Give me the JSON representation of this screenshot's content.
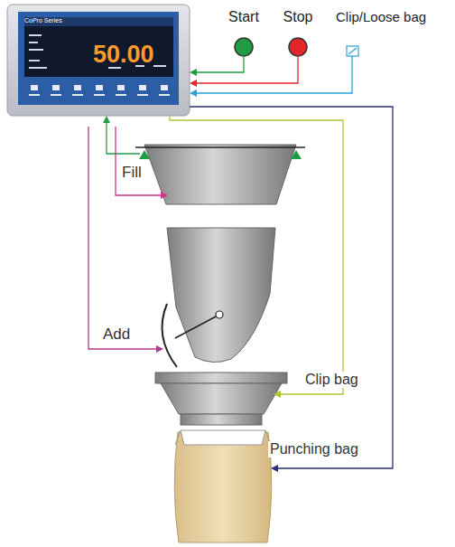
{
  "diagram": {
    "nodes": [
      {
        "text": [
          "CoPro Series",
          "50.00"
        ]
      },
      {
        "text": [
          "Start"
        ]
      },
      {
        "text": [
          "Stop"
        ]
      },
      {
        "text": [
          "Clip/Loose bag"
        ]
      }
    ],
    "edges": [
      {
        "from": 1,
        "to": 0,
        "arrow": "to"
      },
      {
        "from": 2,
        "to": 0,
        "arrow": "to"
      },
      {
        "from": 3,
        "to": 0,
        "arrow": "to"
      }
    ],
    "labels": [
      "Fill",
      "Add",
      "Clip bag",
      "Punching bag"
    ]
  }
}
